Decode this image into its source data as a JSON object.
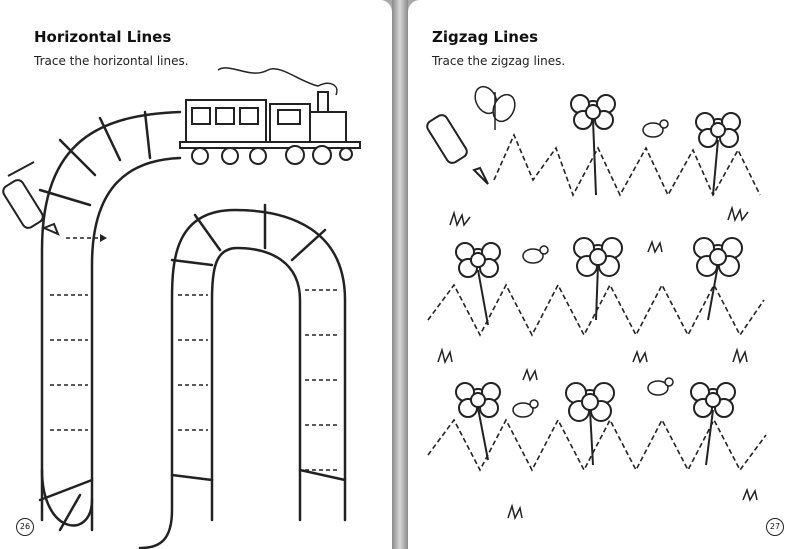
{
  "left_page": {
    "title": "Horizontal Lines",
    "instruction": "Trace the horizontal lines.",
    "page_number": "26"
  },
  "right_page": {
    "title": "Zigzag Lines",
    "instruction": "Trace the zigzag lines.",
    "page_number": "27"
  },
  "icons": [
    "train-icon",
    "crayon-icon",
    "butterfly-icon",
    "flower-icon",
    "bee-icon",
    "grass-icon"
  ]
}
